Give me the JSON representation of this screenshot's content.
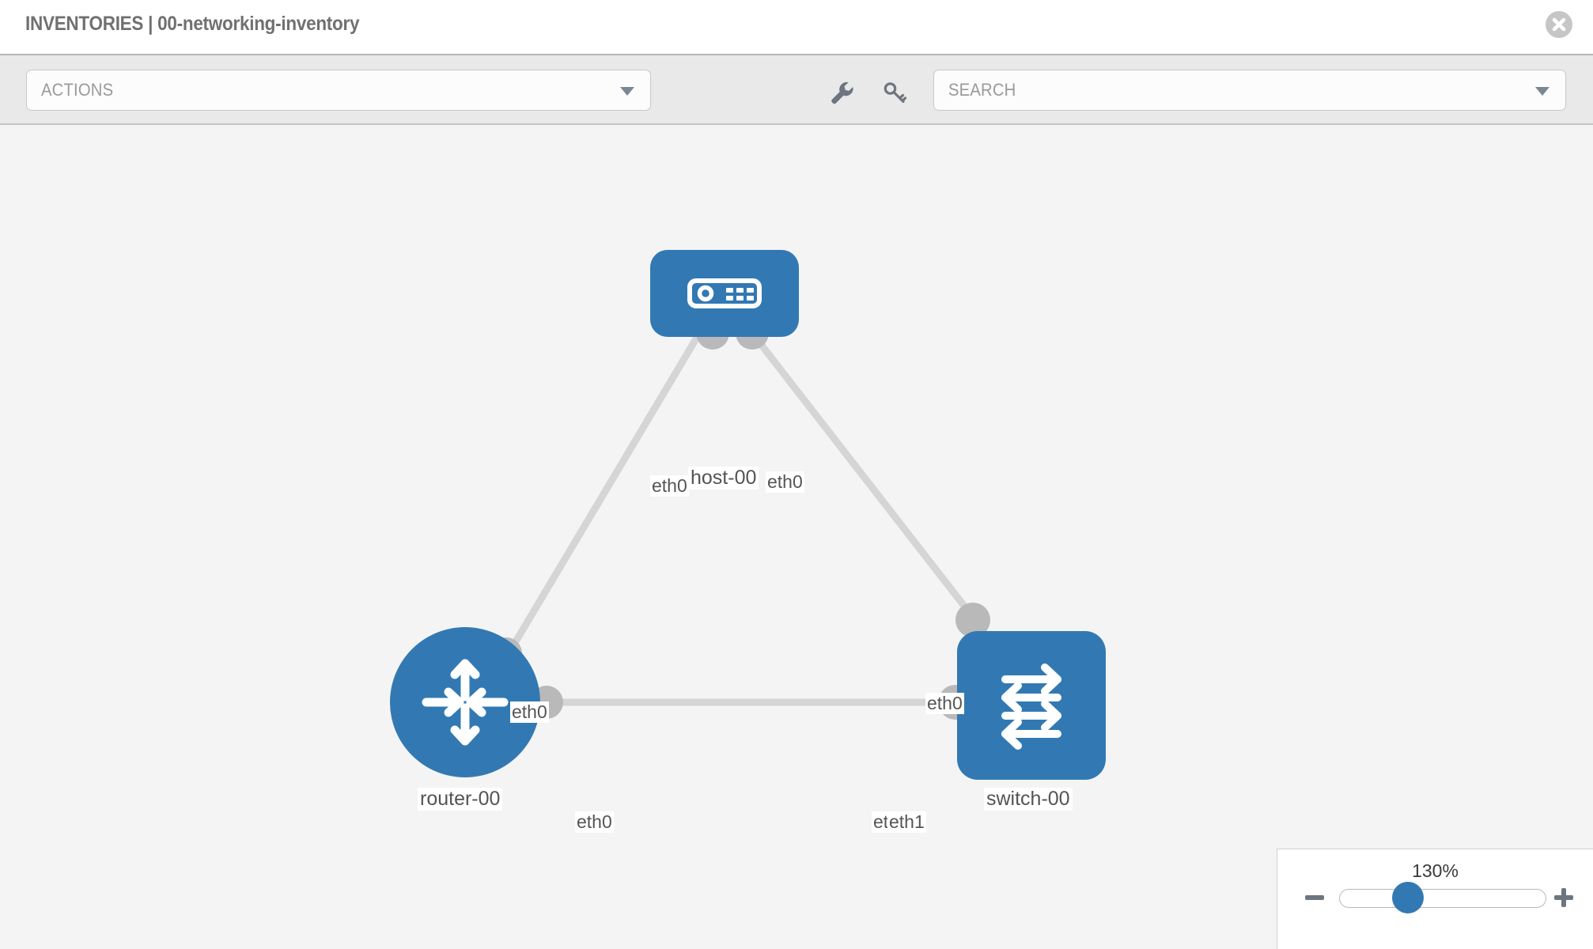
{
  "header": {
    "title": "INVENTORIES | 00-networking-inventory",
    "close_label": "close-icon"
  },
  "toolbar": {
    "actions_label": "ACTIONS",
    "search_placeholder": "SEARCH",
    "wrench_label": "wrench-icon",
    "key_label": "key-icon"
  },
  "topology": {
    "nodes": [
      {
        "id": "host-00",
        "label": "host-00",
        "type": "host"
      },
      {
        "id": "router-00",
        "label": "router-00",
        "type": "router"
      },
      {
        "id": "switch-00",
        "label": "switch-00",
        "type": "switch"
      }
    ],
    "links": [
      {
        "from": "host-00",
        "to": "router-00",
        "from_if": "eth0",
        "to_if": "eth0"
      },
      {
        "from": "host-00",
        "to": "switch-00",
        "from_if": "eth0",
        "to_if": "eth0"
      },
      {
        "from": "router-00",
        "to": "switch-00",
        "from_if": "eth0",
        "to_if": "eth1"
      }
    ],
    "interface_labels": {
      "host_left": "eth0",
      "host_right": "eth0",
      "router_upper": "eth0",
      "switch_upper": "eth0",
      "router_right": "eth0",
      "switch_left_under": "eth0",
      "switch_left": "eth1"
    }
  },
  "zoom": {
    "level": "130%",
    "minus_label": "zoom-out",
    "plus_label": "zoom-in",
    "slider_value": "130"
  },
  "colors": {
    "node_blue": "#3279b3",
    "canvas_bg": "#f4f4f4",
    "toolbar_bg": "#e9e9e9",
    "link_gray": "#d5d5d5",
    "nub_gray": "#b9b9b9"
  }
}
